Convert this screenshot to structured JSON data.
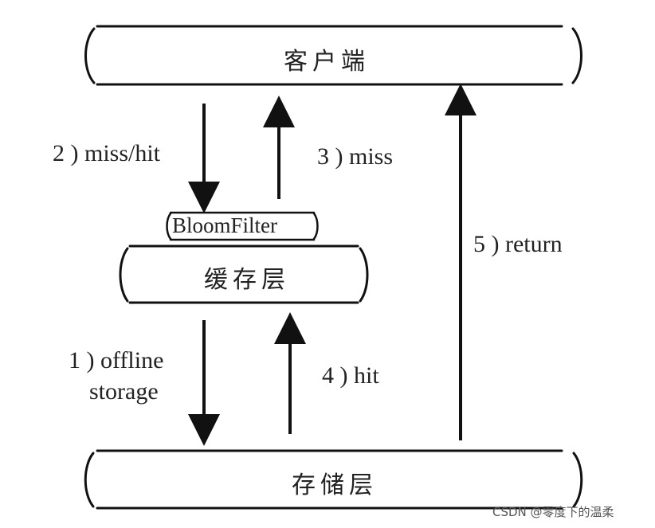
{
  "nodes": {
    "client": "客户端",
    "bloom_filter": "BloomFilter",
    "cache_layer": "缓存层",
    "storage_layer": "存储层"
  },
  "edges": {
    "miss_hit": "2 ) miss/hit",
    "miss": "3 ) miss",
    "offline_line1": "1 ) offline",
    "offline_line2": "storage",
    "hit": "4 ) hit",
    "return": "5 ) return"
  },
  "watermark": "CSDN @零度下的温柔"
}
